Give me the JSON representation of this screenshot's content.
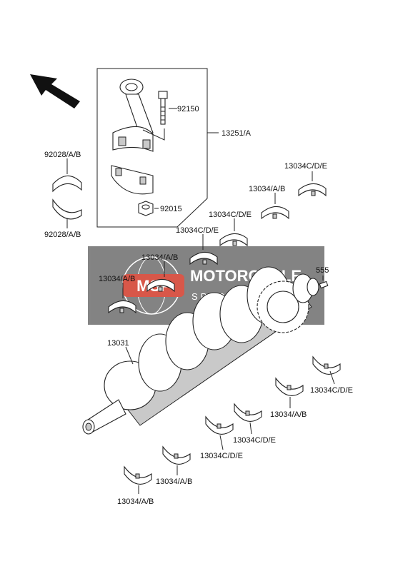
{
  "labels": {
    "bolt": "92150",
    "conrod_assy": "13251/A",
    "upper_bearing_left": "92028/A/B",
    "lower_bearing_left": "92028/A/B",
    "nut": "92015",
    "main_upper_1": "13034C/D/E",
    "main_upper_2": "13034/A/B",
    "main_upper_3": "13034C/D/E",
    "main_upper_4": "13034C/D/E",
    "main_upper_5": "13034/A/B",
    "main_upper_6": "13034/A/B",
    "pin": "555",
    "crankshaft": "13031",
    "main_lower_1": "13034C/D/E",
    "main_lower_2": "13034/A/B",
    "main_lower_3": "13034C/D/E",
    "main_lower_4": "13034C/D/E",
    "main_lower_5": "13034/A/B",
    "main_lower_6": "13034/A/B"
  },
  "watermark": {
    "logo": "MSP",
    "title": "MOTORCYCLE",
    "subtitle": "SPARE PARTS"
  },
  "colors": {
    "watermark_red": "#d23a2a",
    "watermark_gray": "#6e6e6e"
  }
}
